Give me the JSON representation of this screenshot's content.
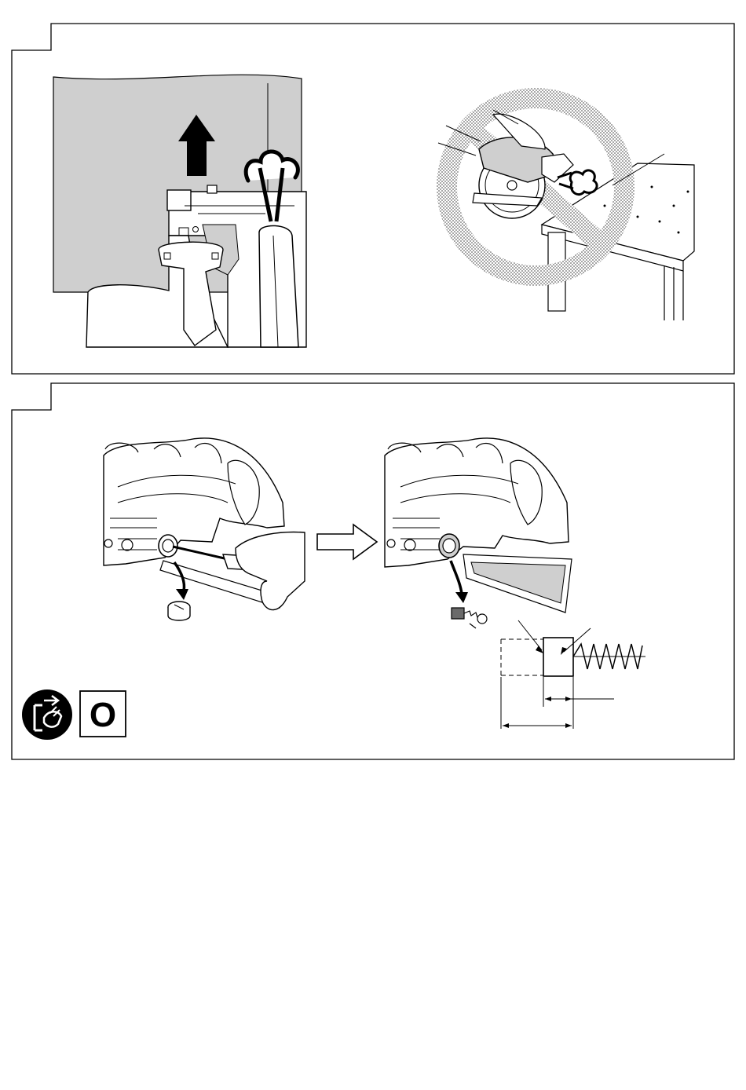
{
  "panels": [
    {
      "id": "upper",
      "figures": [
        "dust-blowing-out",
        "prohibited-dust-blowing"
      ]
    },
    {
      "id": "lower",
      "figures": [
        "brush-cap-removal",
        "carbon-brush-removal",
        "brush-wear-limit"
      ]
    }
  ],
  "symbols": {
    "unplug": "unplug-icon",
    "letter_box": "O"
  },
  "colors": {
    "line": "#000000",
    "shade": "#cfcfcf",
    "dot": "#8c8c8c"
  }
}
